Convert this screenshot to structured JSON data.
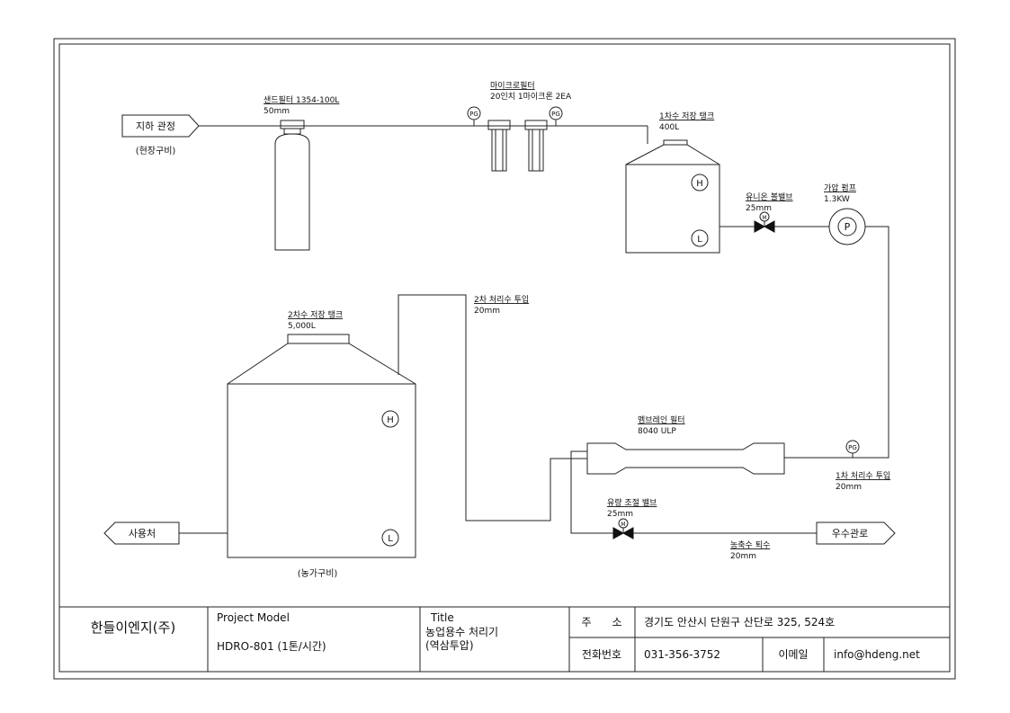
{
  "inlet": {
    "label": "지하 관정",
    "note": "(현장구비)"
  },
  "sand_filter": {
    "title": "샌드필터 1354-100L",
    "size": "50mm"
  },
  "micro_filter": {
    "title": "마이크로필터",
    "spec": "20인치 1마이크론 2EA"
  },
  "tank1": {
    "title": "1차수 저장 탱크",
    "capacity": "400L",
    "level_high": "H",
    "level_low": "L"
  },
  "ball_valve": {
    "title": "유니온 볼밸브",
    "size": "25mm",
    "symbol": "M"
  },
  "pump": {
    "title": "가압 펌프",
    "power": "1.3KW",
    "symbol": "P"
  },
  "membrane": {
    "title": "멤브레인 필터",
    "model": "8040 ULP"
  },
  "gauge_label": "PG",
  "treated1": {
    "title": "1차 처리수 투입",
    "size": "20mm"
  },
  "flow_valve": {
    "title": "유량 조절 밸브",
    "size": "25mm",
    "symbol": "M"
  },
  "concentrate": {
    "title": "농축수 퇴수",
    "size": "20mm"
  },
  "drain": {
    "label": "우수관로"
  },
  "treated2": {
    "title": "2차 처리수 투입",
    "size": "20mm"
  },
  "tank2": {
    "title": "2차수 저장 탱크",
    "capacity": "5,000L",
    "level_high": "H",
    "level_low": "L",
    "note": "(농가구비)"
  },
  "outlet": {
    "label": "사용처"
  },
  "title_block": {
    "company": "한들이엔지(주)",
    "project_label": "Project Model",
    "project_value": "HDRO-801 (1톤/시간)",
    "title_label": "Title",
    "title_value_1": "농업용수 처리기",
    "title_value_2": "(역삼투압)",
    "address_label": "주      소",
    "address_value": "경기도 안산시 단원구 산단로 325, 524호",
    "phone_label": "전화번호",
    "phone_value": "031-356-3752",
    "email_label": "이메일",
    "email_value": "info@hdeng.net"
  }
}
